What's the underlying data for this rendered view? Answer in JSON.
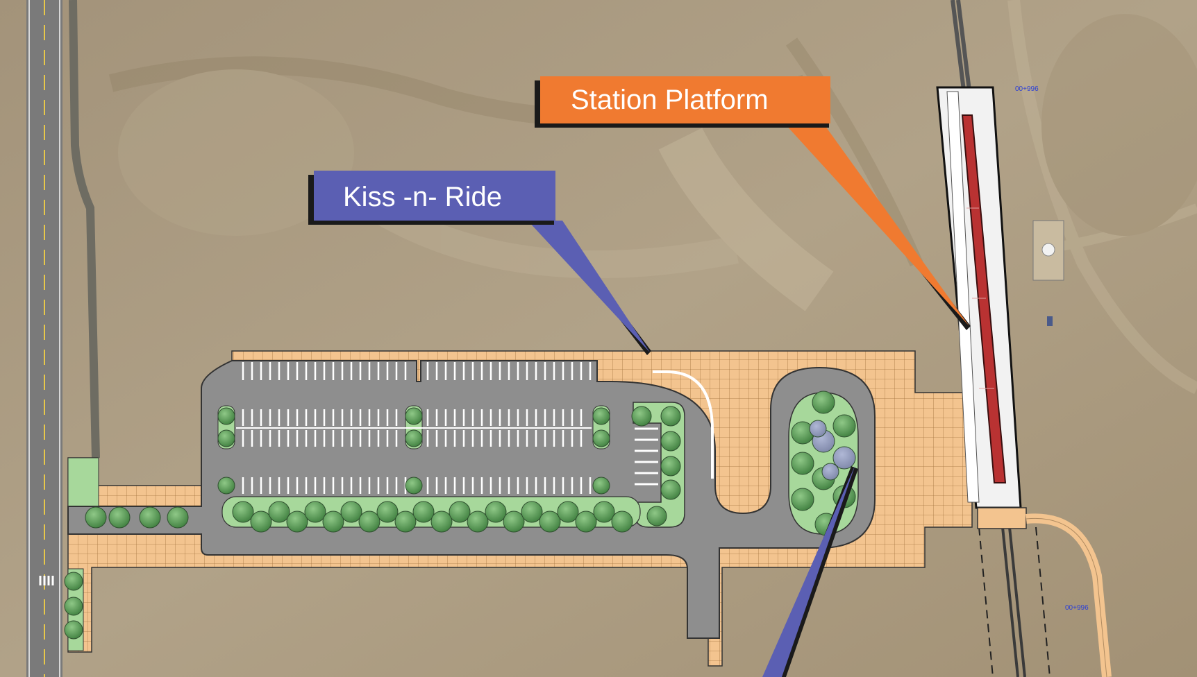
{
  "labels": {
    "kiss_n_ride": "Kiss -n- Ride",
    "station_platform": "Station Platform"
  },
  "stationing": {
    "top": "00+996",
    "bottom": "00+996"
  },
  "colors": {
    "terrain": "#a8997c",
    "plaza": "#f3c48f",
    "asphalt": "#8d8d8d",
    "landscape": "#a7d89b",
    "tree": "#5d9a57",
    "kiss_callout": "#5b5fb3",
    "station_callout": "#f07a30",
    "train": "#b93232",
    "platform": "#e8e8e8",
    "stationing_text": "#2b3fd6"
  },
  "icons": {
    "tree": "tree-icon",
    "water_tank": "water-tank-icon"
  }
}
